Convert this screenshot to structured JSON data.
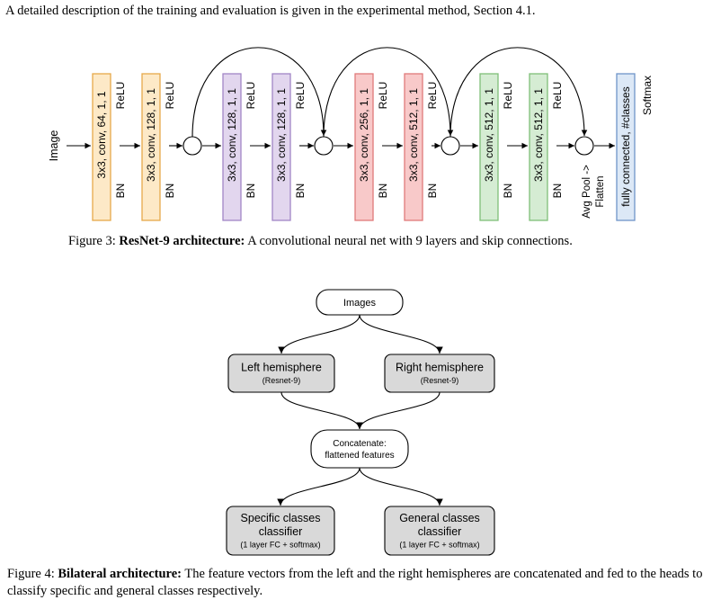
{
  "intro_text": "A detailed description of the training and evaluation is given in the experimental method, Section 4.1.",
  "resnet": {
    "input_label": "Image",
    "blocks": [
      {
        "conv": "3x3, conv, 64, 1, 1",
        "bn": "BN",
        "relu": "ReLU",
        "fill": "#fde9c7",
        "stroke": "#e6a94a"
      },
      {
        "conv": "3x3, conv, 128, 1, 1",
        "bn": "BN",
        "relu": "ReLU",
        "fill": "#fde9c7",
        "stroke": "#e6a94a"
      },
      {
        "conv": "3x3, conv, 128, 1, 1",
        "bn": "BN",
        "relu": "ReLU",
        "fill": "#e2d6ee",
        "stroke": "#a286c6"
      },
      {
        "conv": "3x3, conv, 128, 1, 1",
        "bn": "BN",
        "relu": "ReLU",
        "fill": "#e2d6ee",
        "stroke": "#a286c6"
      },
      {
        "conv": "3x3, conv, 256, 1, 1",
        "bn": "BN",
        "relu": "ReLU",
        "fill": "#f8c9c9",
        "stroke": "#e07a7a"
      },
      {
        "conv": "3x3, conv, 512, 1, 1",
        "bn": "BN",
        "relu": "ReLU",
        "fill": "#f8c9c9",
        "stroke": "#e07a7a"
      },
      {
        "conv": "3x3, conv, 512, 1, 1",
        "bn": "BN",
        "relu": "ReLU",
        "fill": "#d5ecd3",
        "stroke": "#7fbf78"
      },
      {
        "conv": "3x3, conv, 512, 1, 1",
        "bn": "BN",
        "relu": "ReLU",
        "fill": "#d5ecd3",
        "stroke": "#7fbf78"
      }
    ],
    "pool_label": [
      "Avg Pool ->",
      "Flatten"
    ],
    "fc_label": "fully connected, #classes",
    "fc_fill": "#dce8f6",
    "fc_stroke": "#6f95c9",
    "softmax_label": "Softmax"
  },
  "fig3_caption": {
    "prefix": "Figure 3: ",
    "bold": "ResNet-9 architecture:",
    "rest": " A convolutional neural net with 9 layers and skip connections."
  },
  "bilateral": {
    "nodes": [
      {
        "id": "images",
        "lines": [
          "Images"
        ],
        "small": []
      },
      {
        "id": "left",
        "lines": [
          "Left hemisphere"
        ],
        "small": [
          "(Resnet-9)"
        ]
      },
      {
        "id": "right",
        "lines": [
          "Right hemisphere"
        ],
        "small": [
          "(Resnet-9)"
        ]
      },
      {
        "id": "concat",
        "lines": [],
        "small": [
          "Concatenate:",
          "flattened features"
        ]
      },
      {
        "id": "specific",
        "lines": [
          "Specific classes",
          "classifier"
        ],
        "small": [
          "(1 layer FC + softmax)"
        ]
      },
      {
        "id": "general",
        "lines": [
          "General classes",
          "classifier"
        ],
        "small": [
          "(1 layer FC + softmax)"
        ]
      }
    ],
    "box_fill": "#d9d9d9"
  },
  "fig4_caption": {
    "prefix": "Figure 4: ",
    "bold": "Bilateral architecture:",
    "rest": " The feature vectors from the left and the right hemispheres are concatenated and fed to the heads to classify specific and general classes respectively."
  }
}
